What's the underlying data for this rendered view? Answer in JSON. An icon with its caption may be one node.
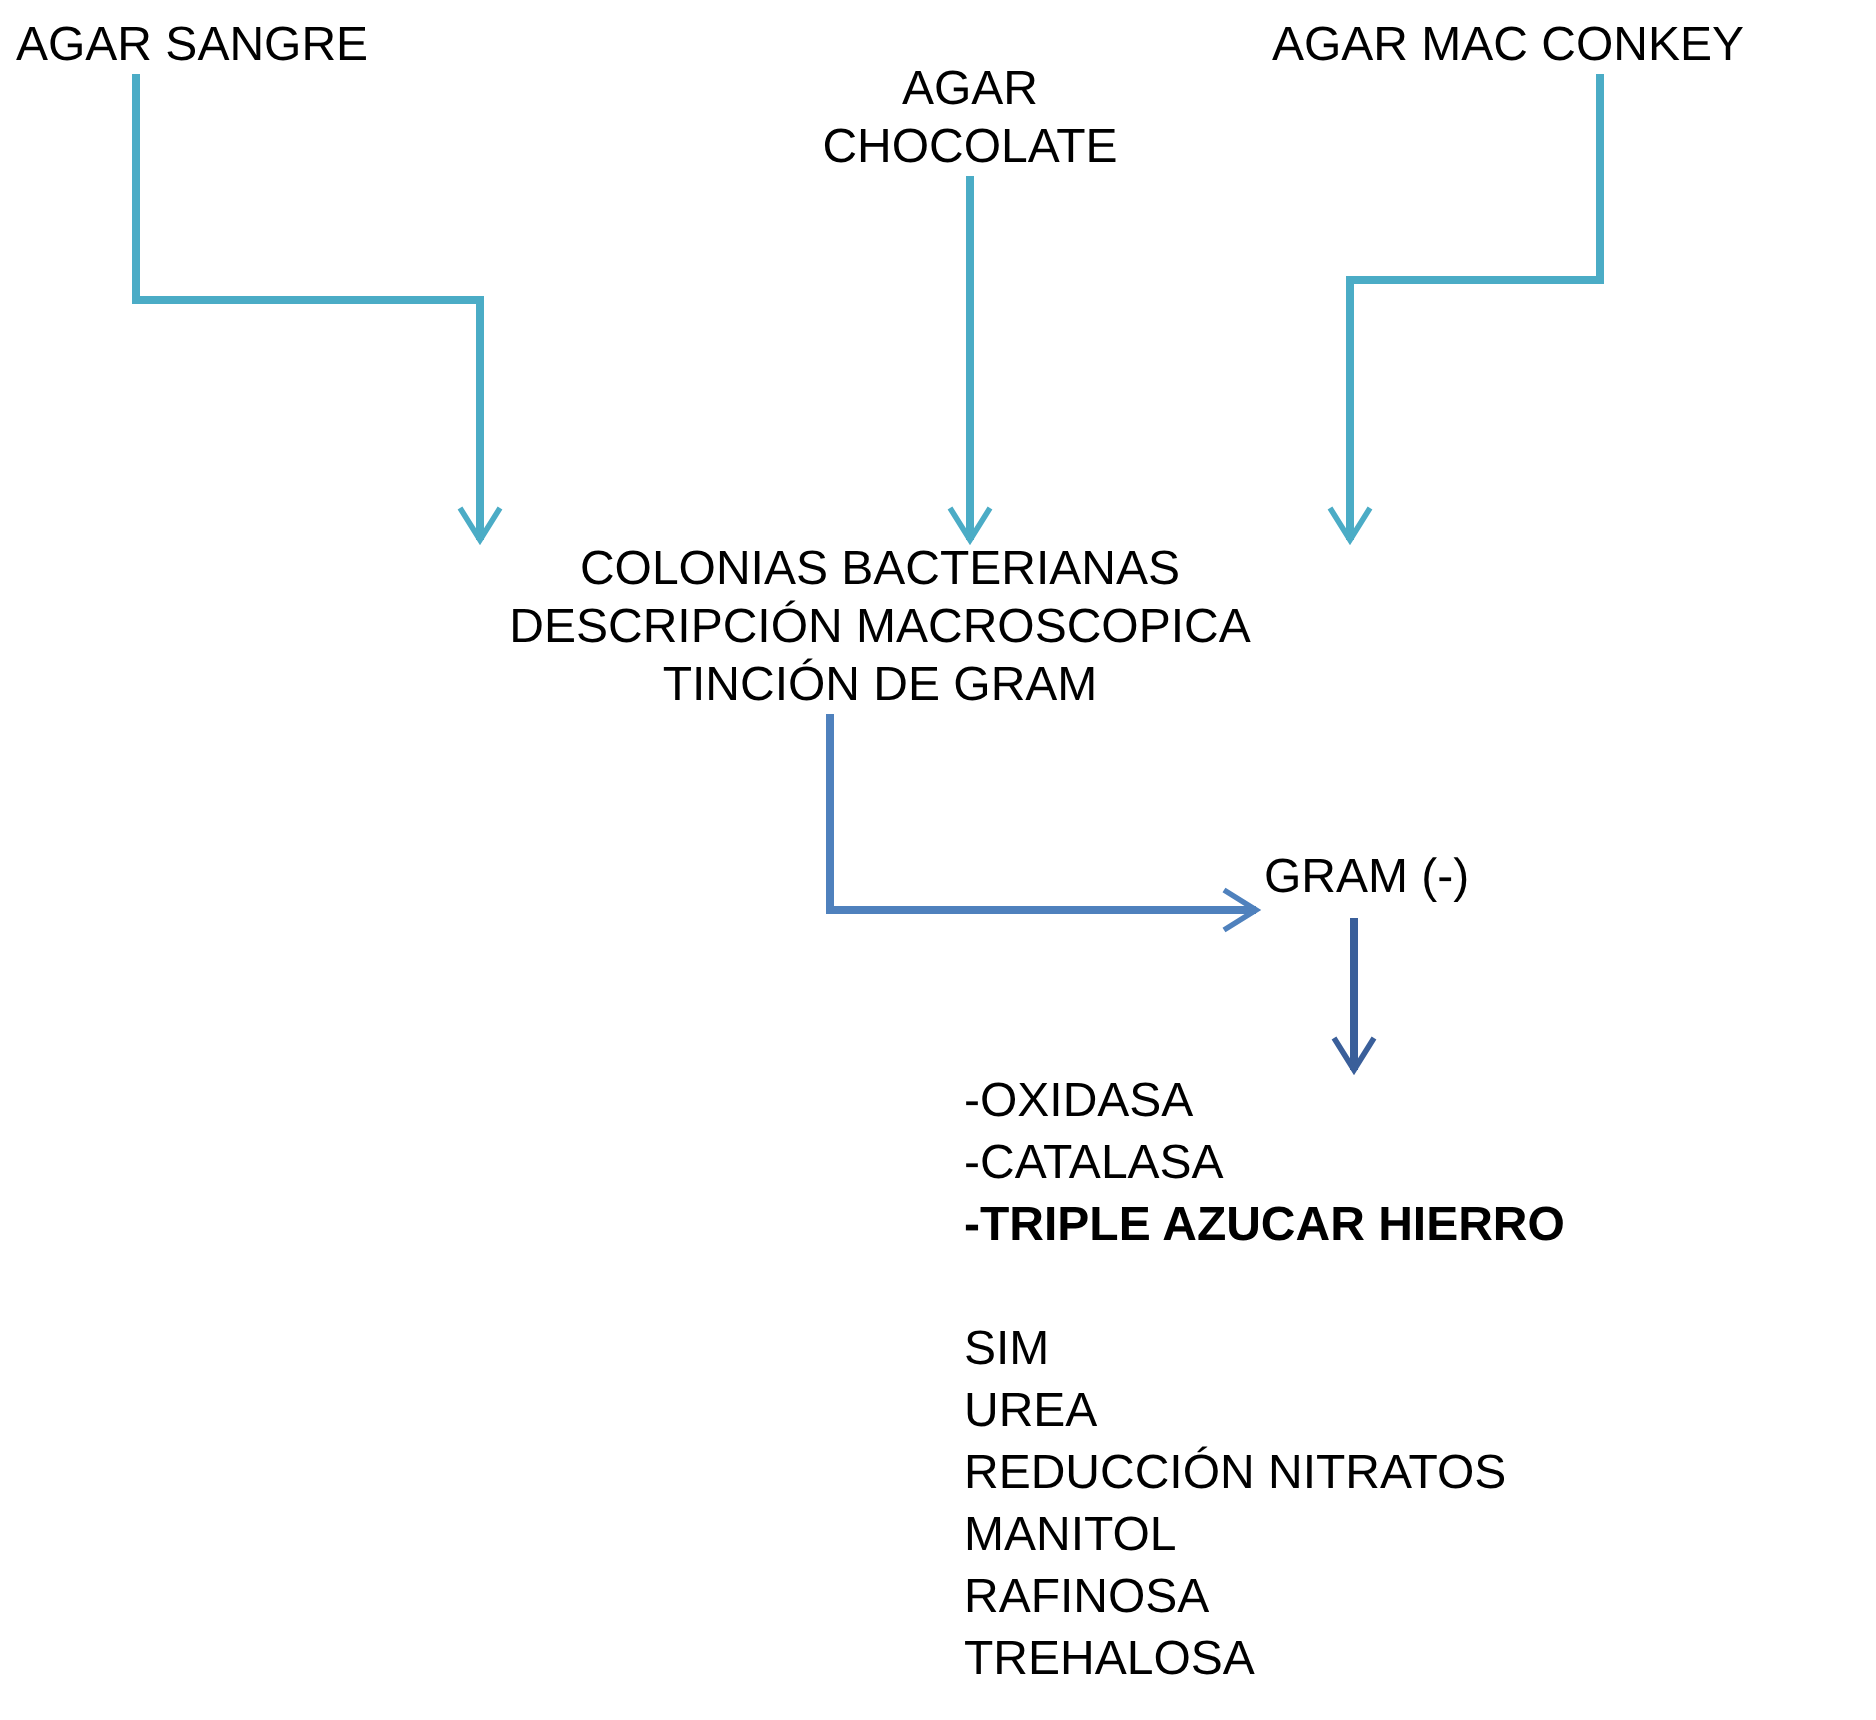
{
  "diagram": {
    "nodes": [
      {
        "text": [
          "AGAR SANGRE"
        ]
      },
      {
        "text": [
          "AGAR CHOCOLATE"
        ]
      },
      {
        "text": [
          "AGAR MAC CONKEY"
        ]
      },
      {
        "text": [
          "COLONIAS BACTERIANAS",
          "DESCRIPCIÓN MACROSCOPICA",
          "TINCIÓN DE GRAM"
        ]
      },
      {
        "text": [
          "GRAM (-)"
        ]
      },
      {
        "text": [
          "-OXIDASA",
          "-CATALASA",
          "**-TRIPLE AZUCAR HIERRO**",
          "SIM",
          "UREA",
          "REDUCCIÓN NITRATOS",
          "MANITOL",
          "RAFINOSA",
          "TREHALOSA"
        ]
      }
    ],
    "edges": [
      {
        "from": 0,
        "to": 3,
        "arrow": "to"
      },
      {
        "from": 1,
        "to": 3,
        "arrow": "to"
      },
      {
        "from": 2,
        "to": 3,
        "arrow": "to"
      },
      {
        "from": 3,
        "to": 4,
        "arrow": "to",
        "color": "#4f81bd"
      },
      {
        "from": 4,
        "to": 5,
        "arrow": "to",
        "color": "#3a5f9a"
      }
    ]
  }
}
